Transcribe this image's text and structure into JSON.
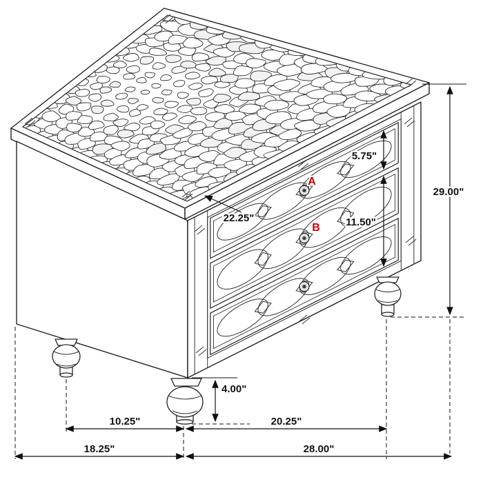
{
  "diagram": {
    "type": "furniture-dimension-diagram",
    "subject": "three-drawer nightstand isometric line drawing",
    "colors": {
      "line": "#222222",
      "dimension_text": "#111111",
      "part_label_red": "#cc0000",
      "background": "#ffffff"
    },
    "part_labels": {
      "a": "A",
      "b": "B"
    },
    "dimensions": {
      "drawer_a_height": "5.75\"",
      "top_depth": "22.25\"",
      "drawer_b_height": "11.50\"",
      "overall_height": "29.00\"",
      "foot_height": "4.00\"",
      "left_span_inner": "10.25\"",
      "front_span_inner": "20.25\"",
      "side_overall": "18.25\"",
      "front_overall": "28.00\""
    }
  }
}
